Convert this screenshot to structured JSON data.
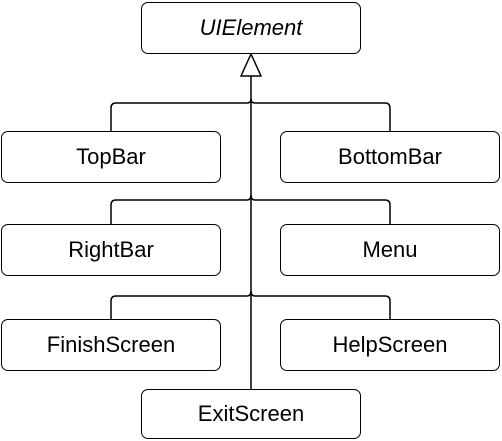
{
  "diagram": {
    "type": "class-inheritance",
    "root": {
      "label": "UIElement",
      "abstract": true
    },
    "children": [
      {
        "label": "TopBar"
      },
      {
        "label": "BottomBar"
      },
      {
        "label": "RightBar"
      },
      {
        "label": "Menu"
      },
      {
        "label": "FinishScreen"
      },
      {
        "label": "HelpScreen"
      },
      {
        "label": "ExitScreen"
      }
    ],
    "edges": [
      {
        "from": "TopBar",
        "to": "UIElement",
        "relation": "inherits"
      },
      {
        "from": "BottomBar",
        "to": "UIElement",
        "relation": "inherits"
      },
      {
        "from": "RightBar",
        "to": "UIElement",
        "relation": "inherits"
      },
      {
        "from": "Menu",
        "to": "UIElement",
        "relation": "inherits"
      },
      {
        "from": "FinishScreen",
        "to": "UIElement",
        "relation": "inherits"
      },
      {
        "from": "HelpScreen",
        "to": "UIElement",
        "relation": "inherits"
      },
      {
        "from": "ExitScreen",
        "to": "UIElement",
        "relation": "inherits"
      }
    ],
    "colors": {
      "stroke": "#000000",
      "fill": "#ffffff",
      "text": "#000000"
    }
  }
}
